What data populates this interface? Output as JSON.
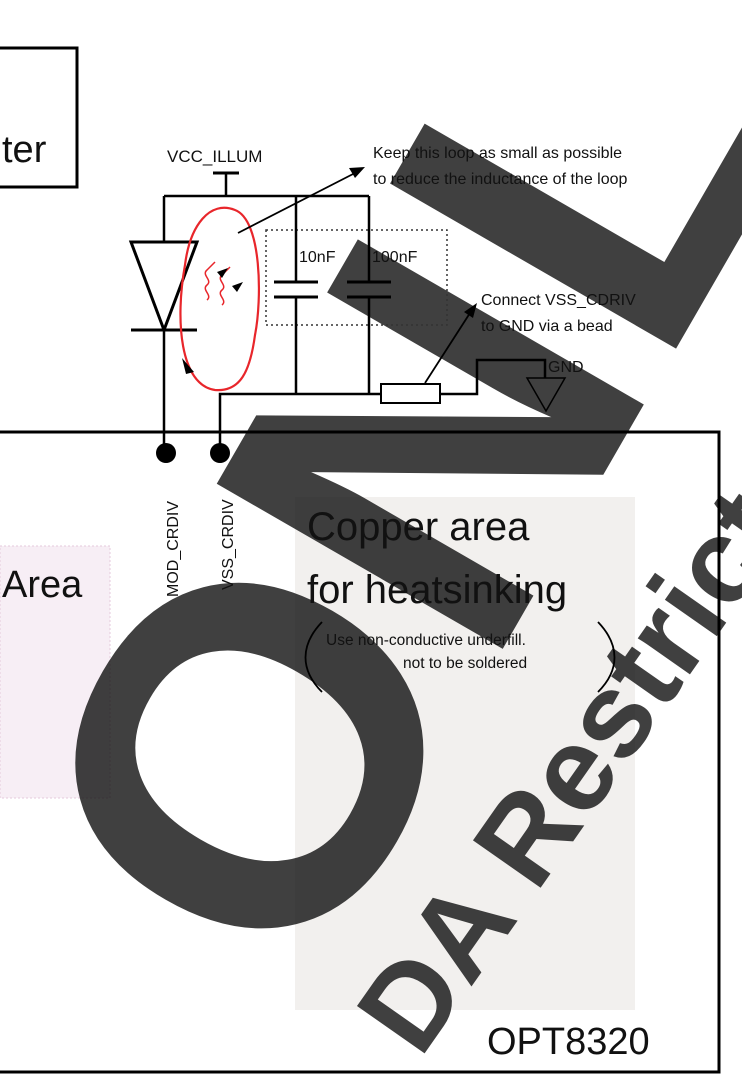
{
  "converter_fragment": "ter",
  "area_fragment": "Area",
  "supply": "VCC_ILLUM",
  "loop_note": {
    "line1": "Keep this loop as small as possible",
    "line2": "to reduce the inductance of the loop"
  },
  "capacitors": [
    "10nF",
    "100nF"
  ],
  "bead_note": {
    "line1": "Connect VSS_CDRIV",
    "line2": "to GND via a bead"
  },
  "ground": "GND",
  "pins": [
    "MOD_CRDIV",
    "VSS_CRDIV"
  ],
  "copper": {
    "line1": "Copper area",
    "line2": "for heatsinking",
    "note1": "Use non-conductive underfill.",
    "note2": "not to be soldered"
  },
  "chip_name": "OPT8320",
  "watermark": [
    "ONLY",
    "DA Restrict"
  ],
  "colors": {
    "loop": "#e8262b",
    "copper_fill": "#f2f0ee",
    "area_fill": "#f7eef5",
    "watermark": "#c9c9c9"
  }
}
